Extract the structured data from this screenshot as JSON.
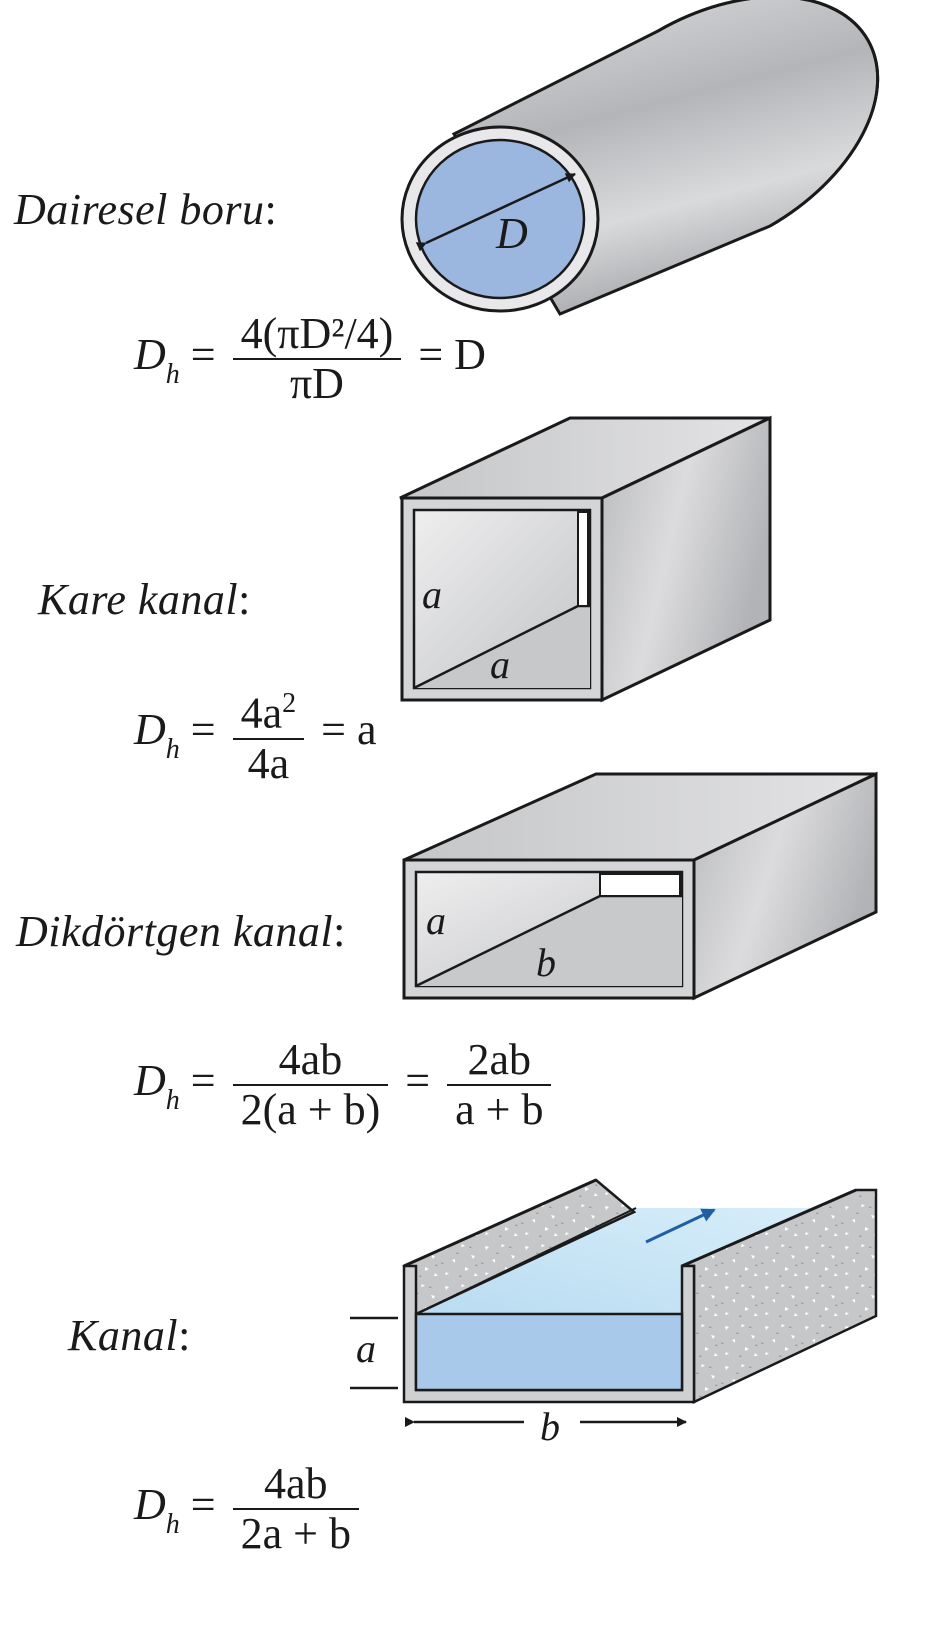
{
  "labels": {
    "circular": "Dairesel boru",
    "square": "Kare kanal",
    "rectangular": "Dikdörtgen kanal",
    "channel": "Kanal",
    "colon": ":"
  },
  "symbols": {
    "D": "D",
    "a": "a",
    "b": "b",
    "Dh_main": "D",
    "Dh_sub": "h",
    "equals": "="
  },
  "formulas": {
    "circular": {
      "num": "4(πD²/4)",
      "den": "πD",
      "result": "= D"
    },
    "square": {
      "num_base": "4a",
      "num_exp": "2",
      "den": "4a",
      "result": "= a"
    },
    "rectangular": {
      "num": "4ab",
      "den": "2(a + b)",
      "num2": "2ab",
      "den2": "a + b"
    },
    "channel": {
      "num": "4ab",
      "den": "2a + b"
    }
  },
  "colors": {
    "pipe_inner": "#9bb6df",
    "pipe_body": "#c9c9cb",
    "water_front": "#a9c9ea",
    "water_surface": "#c8e6f5",
    "arrow_blue": "#1f5fa3",
    "outline": "#1a1a1a"
  }
}
